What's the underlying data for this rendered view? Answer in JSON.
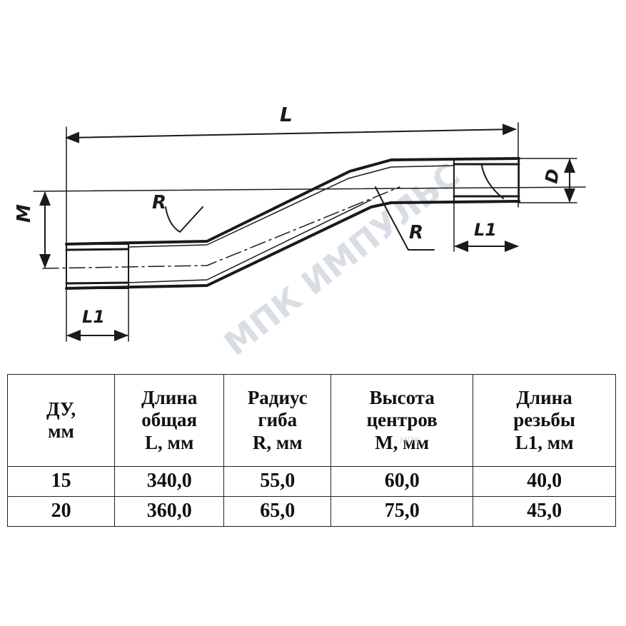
{
  "diagram": {
    "label_L": "L",
    "label_R_upper": "R",
    "label_R_lower": "R",
    "label_M": "M",
    "label_D": "D",
    "label_L1_right": "L1",
    "label_L1_left": "L1",
    "watermark": "МПК ИМПУЛЬС",
    "watermark_small": "МПК"
  },
  "table": {
    "headers": [
      [
        "ДУ,",
        "мм"
      ],
      [
        "Длина",
        "общая",
        "L, мм"
      ],
      [
        "Радиус",
        "гиба",
        "R, мм"
      ],
      [
        "Высота",
        "центров",
        "M, мм"
      ],
      [
        "Длина",
        "резьбы",
        "L1, мм"
      ]
    ],
    "rows": [
      [
        "15",
        "340,0",
        "55,0",
        "60,0",
        "40,0"
      ],
      [
        "20",
        "360,0",
        "65,0",
        "75,0",
        "45,0"
      ]
    ]
  }
}
